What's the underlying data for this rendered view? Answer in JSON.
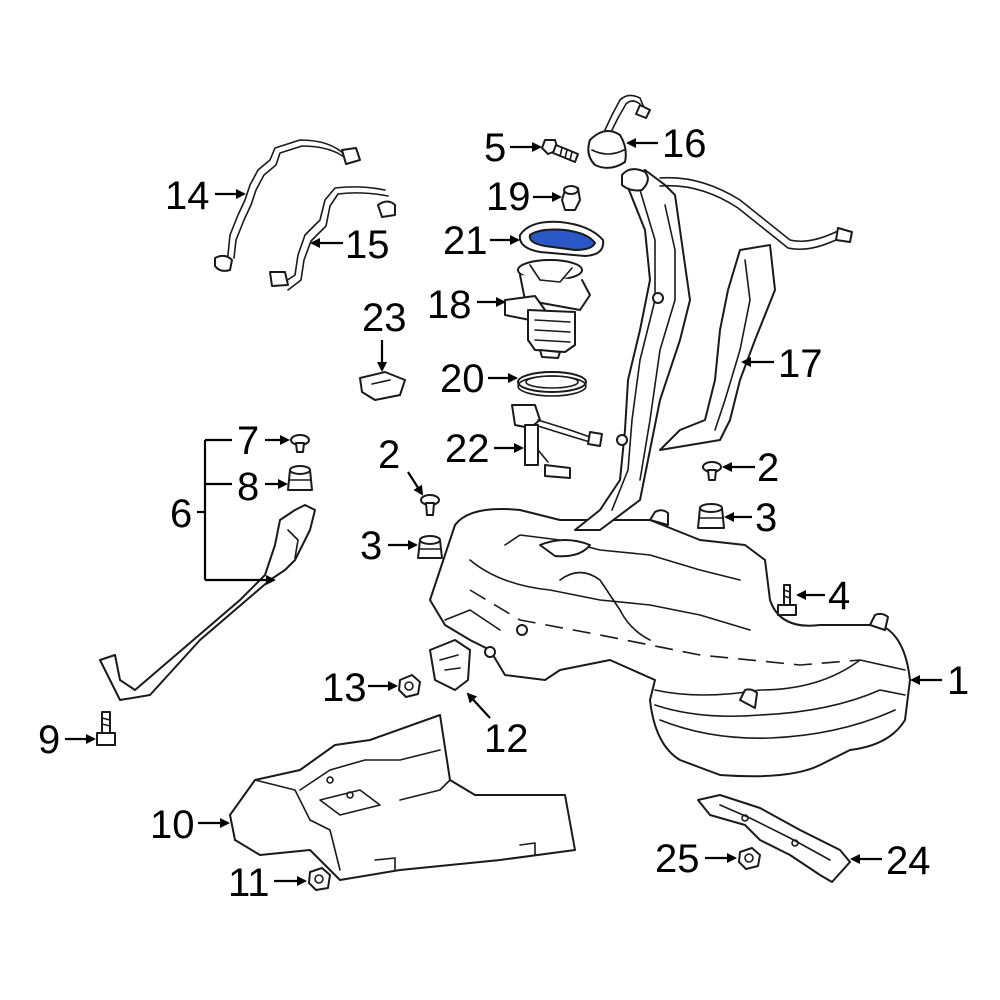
{
  "diagram": {
    "highlight_color": "#2b58c4",
    "callouts": [
      {
        "id": "1",
        "text": "1"
      },
      {
        "id": "2a",
        "text": "2"
      },
      {
        "id": "2b",
        "text": "2"
      },
      {
        "id": "3a",
        "text": "3"
      },
      {
        "id": "3b",
        "text": "3"
      },
      {
        "id": "4",
        "text": "4"
      },
      {
        "id": "5",
        "text": "5"
      },
      {
        "id": "6",
        "text": "6"
      },
      {
        "id": "7",
        "text": "7"
      },
      {
        "id": "8",
        "text": "8"
      },
      {
        "id": "9",
        "text": "9"
      },
      {
        "id": "10",
        "text": "10"
      },
      {
        "id": "11",
        "text": "11"
      },
      {
        "id": "12",
        "text": "12"
      },
      {
        "id": "13",
        "text": "13"
      },
      {
        "id": "14",
        "text": "14"
      },
      {
        "id": "15",
        "text": "15"
      },
      {
        "id": "16",
        "text": "16"
      },
      {
        "id": "17",
        "text": "17"
      },
      {
        "id": "18",
        "text": "18"
      },
      {
        "id": "19",
        "text": "19"
      },
      {
        "id": "20",
        "text": "20"
      },
      {
        "id": "21",
        "text": "21"
      },
      {
        "id": "22",
        "text": "22"
      },
      {
        "id": "23",
        "text": "23"
      },
      {
        "id": "24",
        "text": "24"
      },
      {
        "id": "25",
        "text": "25"
      }
    ],
    "highlighted_part": "21"
  }
}
